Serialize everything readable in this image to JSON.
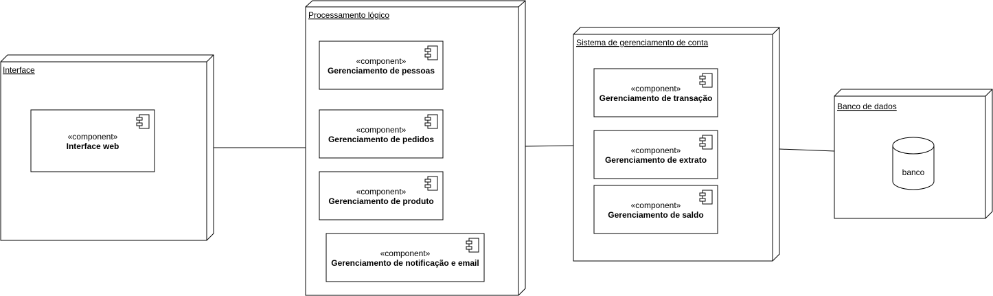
{
  "nodes": {
    "interface": {
      "title": "Interface",
      "components": [
        {
          "stereotype": "«component»",
          "name": "Interface web"
        }
      ]
    },
    "processamento": {
      "title": "Processamento lógico",
      "components": [
        {
          "stereotype": "«component»",
          "name": "Gerenciamento de pessoas"
        },
        {
          "stereotype": "«component»",
          "name": "Gerenciamento de pedidos"
        },
        {
          "stereotype": "«component»",
          "name": "Gerenciamento de produto"
        },
        {
          "stereotype": "«component»",
          "name": "Gerenciamento de notificação e email"
        }
      ]
    },
    "conta": {
      "title": "Sistema de gerenciamento de conta",
      "components": [
        {
          "stereotype": "«component»",
          "name": "Gerenciamento de transação"
        },
        {
          "stereotype": "«component»",
          "name": "Gerenciamento de extrato"
        },
        {
          "stereotype": "«component»",
          "name": "Gerenciamento de saldo"
        }
      ]
    },
    "banco": {
      "title": "Banco de dados",
      "database": {
        "label": "banco"
      }
    }
  },
  "connections": [
    {
      "from": "Interface",
      "to": "Processamento lógico"
    },
    {
      "from": "Processamento lógico",
      "to": "Sistema de gerenciamento de conta"
    },
    {
      "from": "Sistema de gerenciamento de conta",
      "to": "Banco de dados"
    }
  ],
  "colors": {
    "stroke": "#000000",
    "fill": "#ffffff"
  }
}
